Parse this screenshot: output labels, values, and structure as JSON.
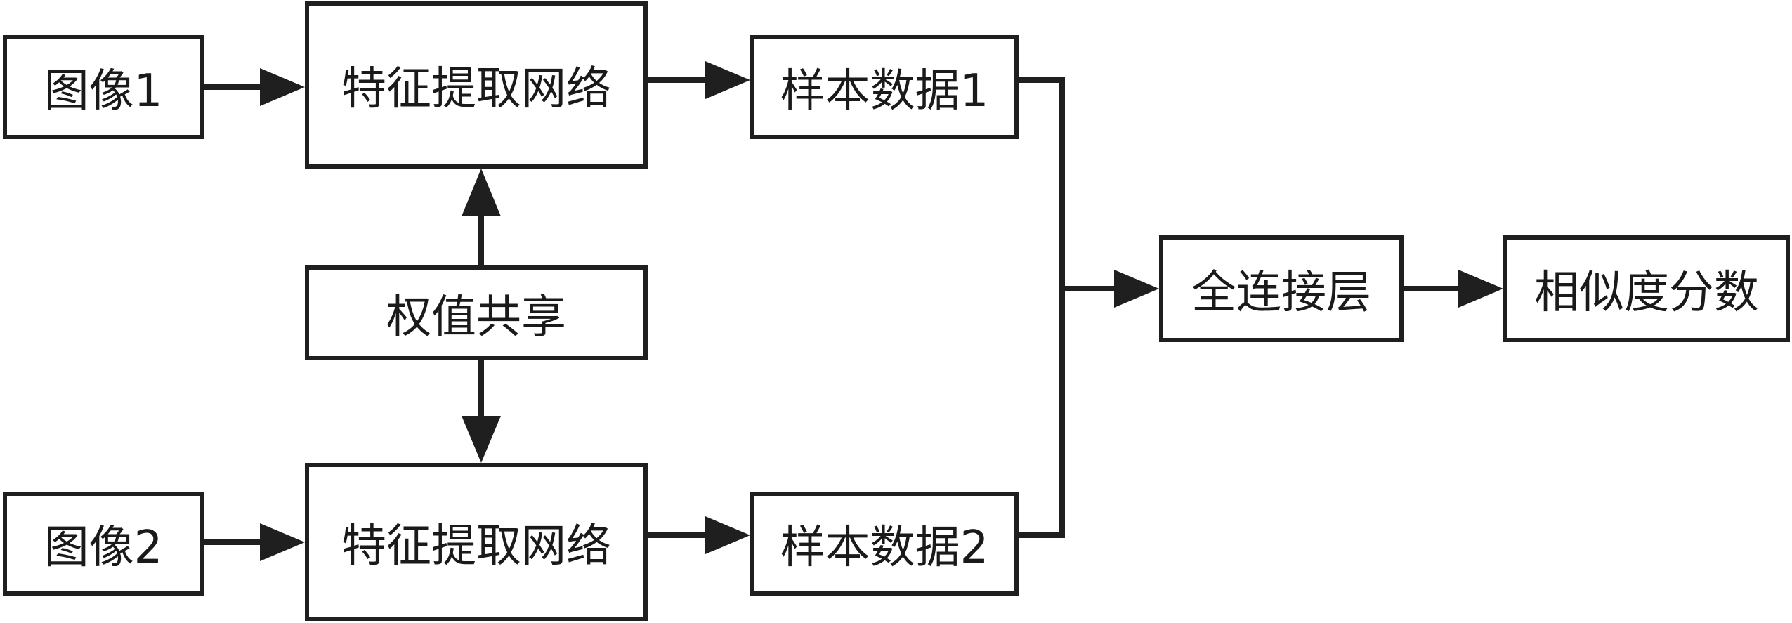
{
  "nodes": {
    "image1": "图像1",
    "image2": "图像2",
    "feature_net_top": "特征提取网络",
    "feature_net_bottom": "特征提取网络",
    "weight_sharing": "权值共享",
    "sample_data1": "样本数据1",
    "sample_data2": "样本数据2",
    "fully_connected": "全连接层",
    "similarity_score": "相似度分数"
  },
  "edges": [
    {
      "from": "image1",
      "to": "feature_net_top"
    },
    {
      "from": "image2",
      "to": "feature_net_bottom"
    },
    {
      "from": "weight_sharing",
      "to": "feature_net_top"
    },
    {
      "from": "weight_sharing",
      "to": "feature_net_bottom"
    },
    {
      "from": "feature_net_top",
      "to": "sample_data1"
    },
    {
      "from": "feature_net_bottom",
      "to": "sample_data2"
    },
    {
      "from": "sample_data1",
      "to": "fully_connected"
    },
    {
      "from": "sample_data2",
      "to": "fully_connected"
    },
    {
      "from": "fully_connected",
      "to": "similarity_score"
    }
  ],
  "colors": {
    "stroke": "#1f1f1f",
    "text": "#1a1a1a",
    "background": "#ffffff"
  }
}
